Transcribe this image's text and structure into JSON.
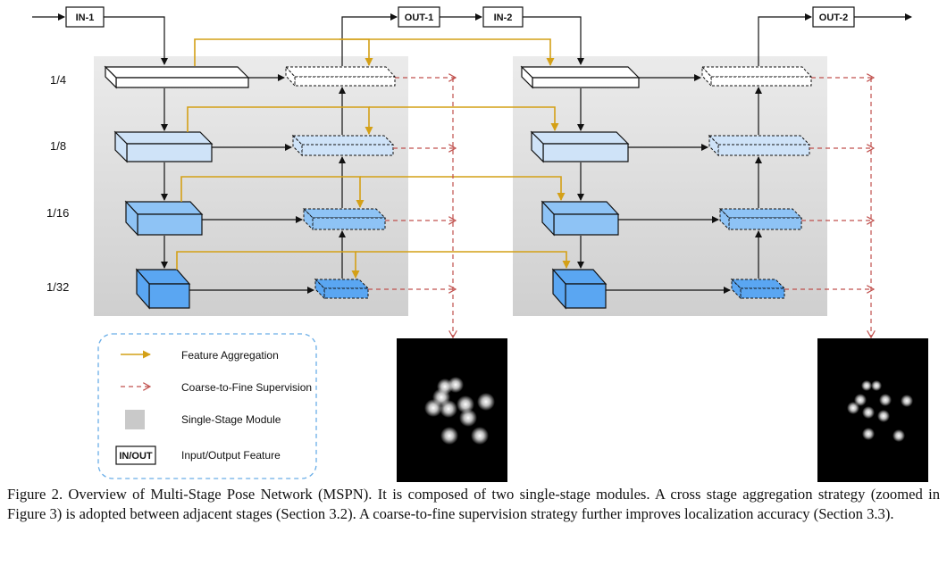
{
  "io": {
    "in1": "IN-1",
    "out1": "OUT-1",
    "in2": "IN-2",
    "out2": "OUT-2"
  },
  "scales": [
    "1/4",
    "1/8",
    "1/16",
    "1/32"
  ],
  "legend": {
    "feature_aggregation": "Feature Aggregation",
    "coarse_to_fine": "Coarse-to-Fine Supervision",
    "single_stage": "Single-Stage Module",
    "io_box": "IN/OUT",
    "io_feature": "Input/Output Feature"
  },
  "colors": {
    "aggregation": "#d4a017",
    "supervision": "#c0504d",
    "module_bg": "#d6d6d6",
    "level1": "#ffffff",
    "level2": "#cfe3f8",
    "level3": "#8ec3f5",
    "level4": "#5aa6f2",
    "legend_border": "#6aaee8"
  },
  "caption": "Figure 2. Overview of Multi-Stage Pose Network (MSPN). It is composed of two single-stage modules. A cross stage aggregation strategy (zoomed in Figure 3) is adopted between adjacent stages (Section 3.2). A coarse-to-fine supervision strategy further improves localization accuracy (Section 3.3)."
}
